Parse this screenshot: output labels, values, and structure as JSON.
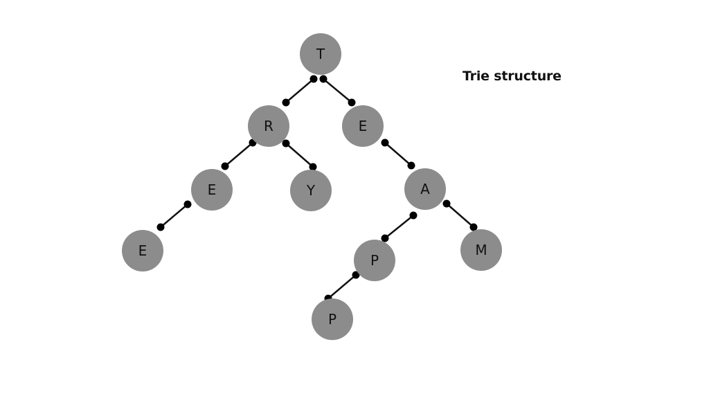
{
  "title": "Trie structure",
  "colors": {
    "node_fill": "#8c8c8c",
    "edge": "#111111",
    "endpoint": "#000000",
    "label": "#111111"
  },
  "nodes": [
    {
      "id": "t",
      "label": "T"
    },
    {
      "id": "r",
      "label": "R"
    },
    {
      "id": "e1",
      "label": "E"
    },
    {
      "id": "e2",
      "label": "E"
    },
    {
      "id": "e3",
      "label": "E"
    },
    {
      "id": "y",
      "label": "Y"
    },
    {
      "id": "a",
      "label": "A"
    },
    {
      "id": "p1",
      "label": "P"
    },
    {
      "id": "p2",
      "label": "P"
    },
    {
      "id": "m",
      "label": "M"
    }
  ],
  "edges": [
    {
      "from": "t",
      "to": "r"
    },
    {
      "from": "t",
      "to": "e1"
    },
    {
      "from": "r",
      "to": "e2"
    },
    {
      "from": "r",
      "to": "y"
    },
    {
      "from": "e2",
      "to": "e3"
    },
    {
      "from": "e1",
      "to": "a"
    },
    {
      "from": "a",
      "to": "p1"
    },
    {
      "from": "a",
      "to": "m"
    },
    {
      "from": "p1",
      "to": "p2"
    }
  ]
}
